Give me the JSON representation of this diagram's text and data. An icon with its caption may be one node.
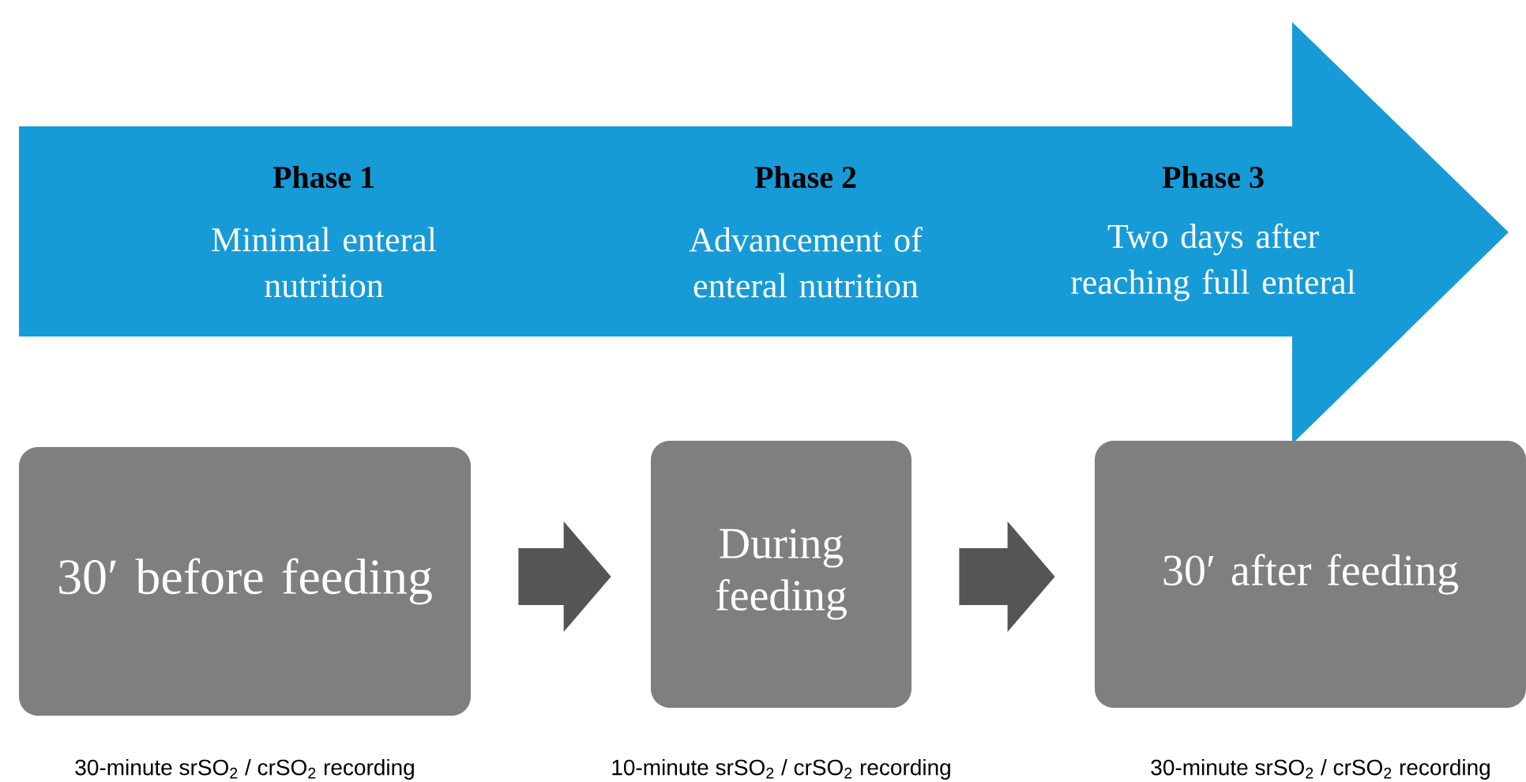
{
  "diagram": {
    "nodes": [
      {
        "text": [
          "Phase 1",
          "Minimal enteral nutrition",
          "Phase 2",
          "Advancement of enteral nutrition",
          "Phase 3",
          "Two days after reaching full enteral"
        ]
      },
      {
        "text": [
          "30′ before feeding"
        ],
        "beside": [
          "30-minute srSO$_{2}$ / crSO$_{2}$ recording"
        ]
      },
      {
        "text": [
          "During feeding"
        ],
        "beside": [
          "10-minute srSO$_{2}$ / crSO$_{2}$ recording"
        ]
      },
      {
        "text": [
          "30′ after feeding"
        ],
        "beside": [
          "30-minute srSO$_{2}$ / crSO$_{2}$ recording"
        ]
      }
    ],
    "edges": [
      {
        "from": 1,
        "to": 2,
        "arrow": "to"
      },
      {
        "from": 2,
        "to": 3,
        "arrow": "to"
      }
    ]
  }
}
